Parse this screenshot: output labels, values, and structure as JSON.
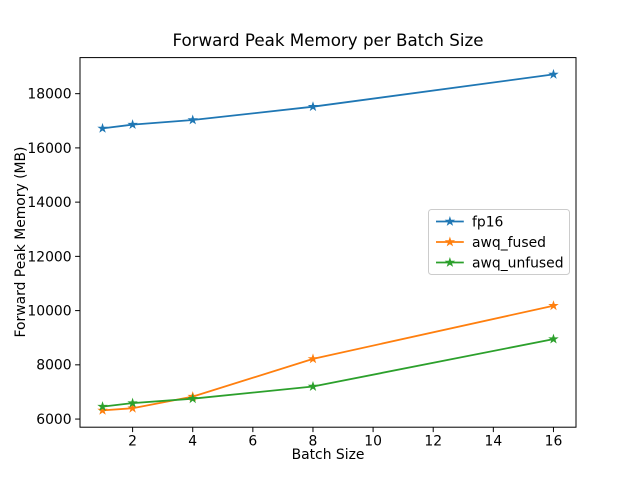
{
  "figure": {
    "background": "#ffffff"
  },
  "chart_data": {
    "type": "line",
    "title": "Forward Peak Memory per Batch Size",
    "xlabel": "Batch Size",
    "ylabel": "Forward Peak Memory (MB)",
    "x": [
      1,
      2,
      4,
      8,
      16
    ],
    "series": [
      {
        "name": "fp16",
        "color": "#1f77b4",
        "values": [
          16720,
          16860,
          17030,
          17520,
          18710
        ]
      },
      {
        "name": "awq_fused",
        "color": "#ff7f0e",
        "values": [
          6320,
          6400,
          6830,
          8220,
          10180
        ]
      },
      {
        "name": "awq_unfused",
        "color": "#2ca02c",
        "values": [
          6460,
          6590,
          6750,
          7200,
          8950
        ]
      }
    ],
    "marker": "star",
    "line_width": 1.8,
    "xticks": [
      2,
      4,
      6,
      8,
      10,
      12,
      14,
      16
    ],
    "yticks": [
      6000,
      8000,
      10000,
      12000,
      14000,
      16000,
      18000
    ],
    "xlim": [
      0.25,
      16.75
    ],
    "ylim": [
      5700,
      19330
    ],
    "grid": false,
    "legend": {
      "position": "center right",
      "border_color": "#cccccc",
      "background": "#ffffff",
      "entries": [
        "fp16",
        "awq_fused",
        "awq_unfused"
      ]
    },
    "axis_color": "#000000"
  }
}
